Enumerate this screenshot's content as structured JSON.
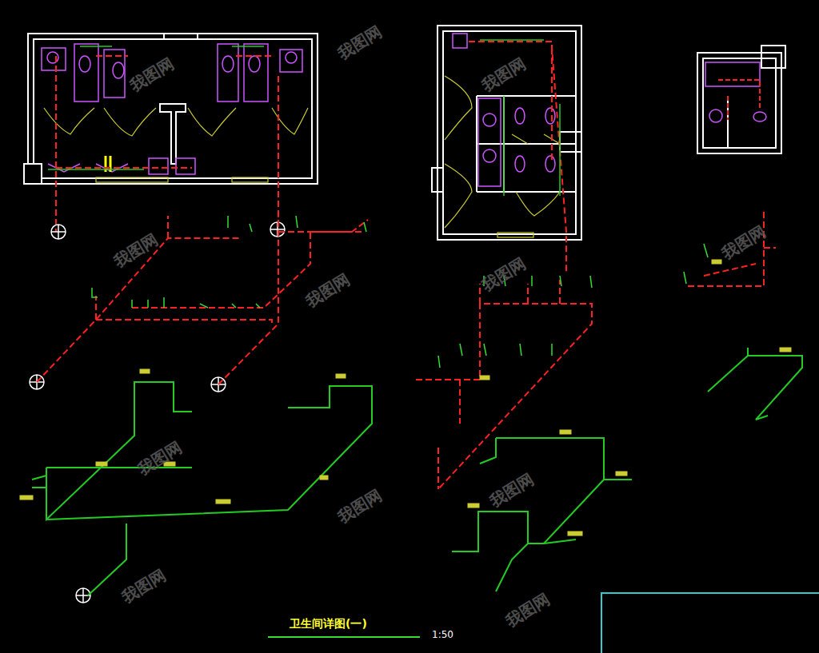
{
  "diagram": {
    "title": "卫生间详图(一)",
    "labels": [
      "1:50",
      "我图网",
      "我图网",
      "我图网",
      "我图网",
      "我图网",
      "我图网",
      "我图网",
      "我图网",
      "我图网",
      "我图网",
      "我图网",
      "我图网"
    ]
  }
}
